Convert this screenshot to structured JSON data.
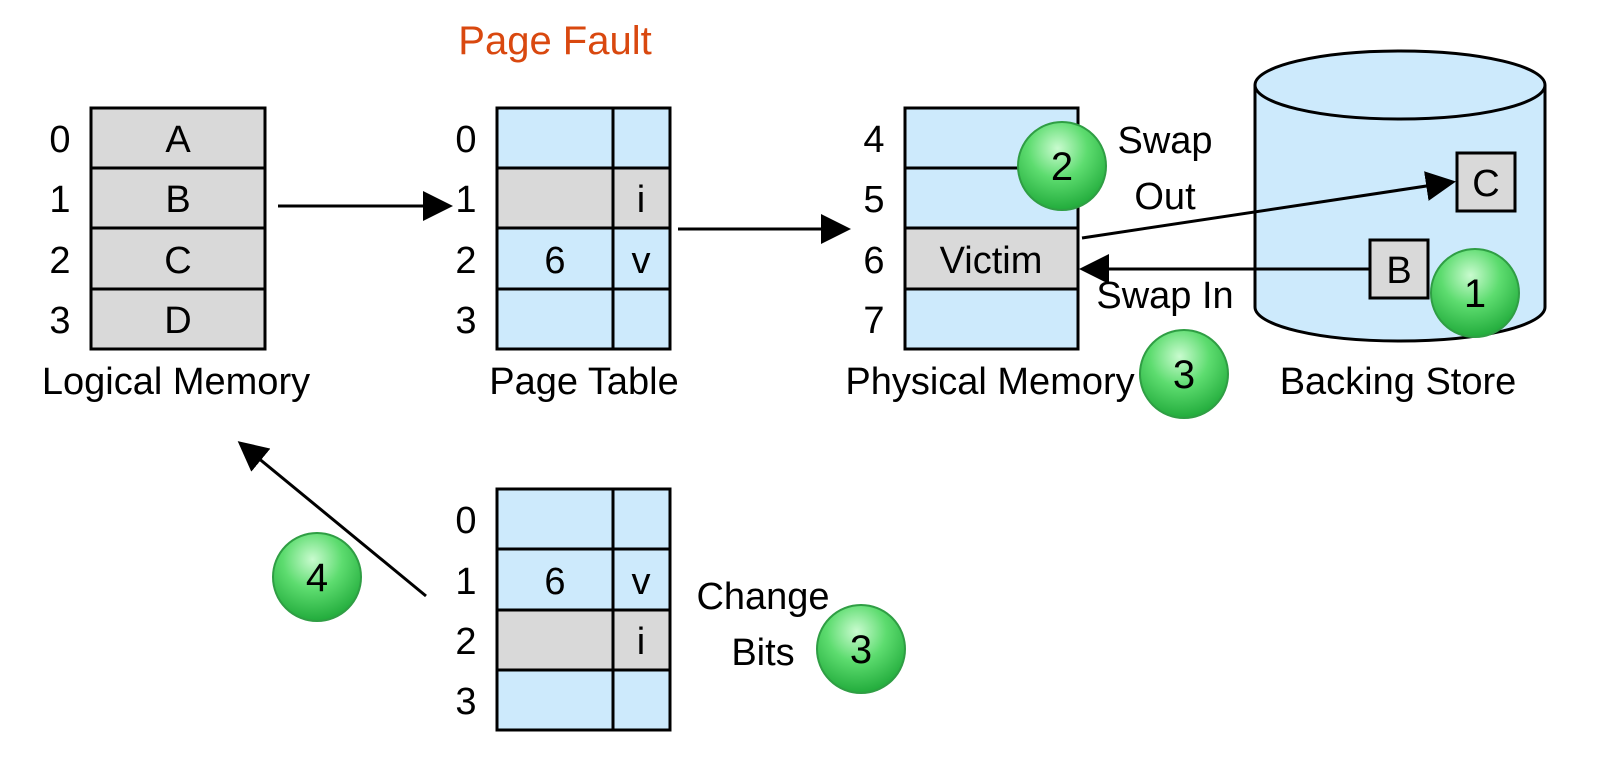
{
  "title": "Page Fault",
  "colors": {
    "title": "#d9480f",
    "cell_blue": "#cdeafc",
    "cell_gray": "#d9d9d9",
    "badge_top": "#9ef5a7",
    "badge_bottom": "#1fb83c",
    "badge_stroke": "#2f9e44",
    "stroke": "#000000"
  },
  "logical_memory": {
    "label": "Logical Memory",
    "rows": [
      {
        "index": "0",
        "page": "A"
      },
      {
        "index": "1",
        "page": "B"
      },
      {
        "index": "2",
        "page": "C"
      },
      {
        "index": "3",
        "page": "D"
      }
    ]
  },
  "page_table": {
    "label": "Page Table",
    "rows": [
      {
        "index": "0",
        "frame": "",
        "bit": "",
        "shade": "blue"
      },
      {
        "index": "1",
        "frame": "",
        "bit": "i",
        "shade": "gray"
      },
      {
        "index": "2",
        "frame": "6",
        "bit": "v",
        "shade": "blue"
      },
      {
        "index": "3",
        "frame": "",
        "bit": "",
        "shade": "blue"
      }
    ]
  },
  "physical_memory": {
    "label": "Physical Memory",
    "rows": [
      {
        "index": "4",
        "content": "",
        "shade": "blue"
      },
      {
        "index": "5",
        "content": "",
        "shade": "blue"
      },
      {
        "index": "6",
        "content": "Victim",
        "shade": "gray"
      },
      {
        "index": "7",
        "content": "",
        "shade": "blue"
      }
    ]
  },
  "backing_store": {
    "label": "Backing Store",
    "pages": [
      "C",
      "B"
    ]
  },
  "updated_page_table": {
    "rows": [
      {
        "index": "0",
        "frame": "",
        "bit": "",
        "shade": "blue"
      },
      {
        "index": "1",
        "frame": "6",
        "bit": "v",
        "shade": "blue"
      },
      {
        "index": "2",
        "frame": "",
        "bit": "i",
        "shade": "gray"
      },
      {
        "index": "3",
        "frame": "",
        "bit": "",
        "shade": "blue"
      }
    ]
  },
  "annotations": {
    "swap_out_line1": "Swap",
    "swap_out_line2": "Out",
    "swap_in": "Swap In",
    "change_bits_line1": "Change",
    "change_bits_line2": "Bits"
  },
  "steps": {
    "step1": "1",
    "step2": "2",
    "step3a": "3",
    "step3b": "3",
    "step4": "4"
  }
}
